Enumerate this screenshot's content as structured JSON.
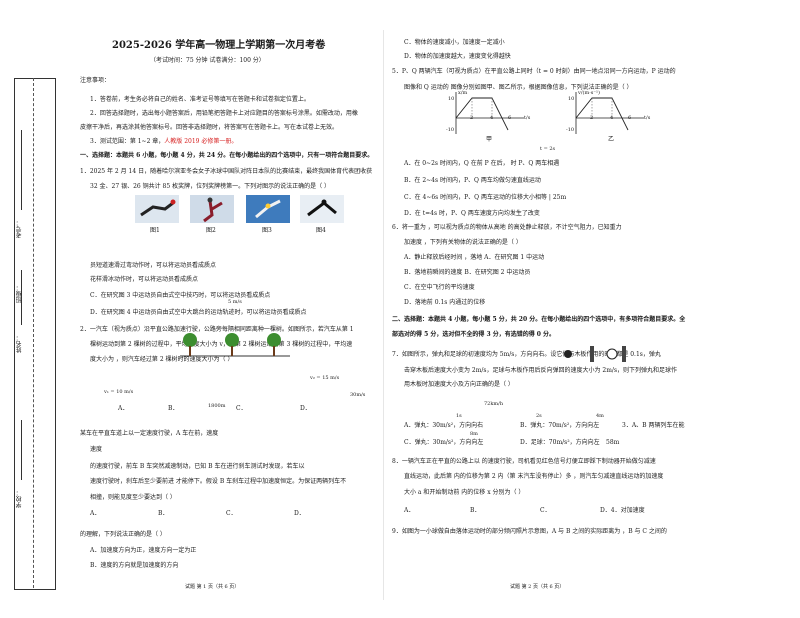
{
  "binding": {
    "labels": [
      "学校：",
      "姓名：",
      "班级：",
      "考号："
    ]
  },
  "header": {
    "title": "2025-2026 学年高一物理上学期第一次月考卷",
    "subtitle": "（考试时间：75 分钟    试卷满分：100 分）"
  },
  "notes": {
    "heading": "注意事项：",
    "items": [
      "1．答卷前，考生务必将自己的姓名、准考证号等填写在答题卡和试卷指定位置上。",
      "2．回答选择题时，选出每小题答案后，用铅笔把答题卡上对应题目的答案标号涂黑。如需改动，用橡",
      "皮擦干净后，再选涂其他答案标号。回答非选择题时，将答案写在答题卡上。写在本试卷上无效。",
      "3．测试范围：第 1~2 章，",
      "人教版 2019 必修第一册。"
    ]
  },
  "section1": {
    "heading": "一、选择题：本题共 6 小题，每小题 4 分，共 24 分。在每小题给出的四个选项中，只有一项符合题目要求。",
    "q1_lines": [
      "1．2025 年 2 月 14 日，随着哈尔滨亚冬会女子冰球中国队对阵日本队的比赛结束，最终我国体育代表团收获",
      "32 金、27 银、26 铜共计 85 枚奖牌，位列奖牌榜第一。下列对图示的说法正确的是（        ）"
    ],
    "figures": [
      "图1",
      "图2",
      "图3",
      "图4"
    ],
    "q1_options": [
      "员短道速滑过弯动作时，可以将运动员看成质点",
      "花样滑冰动作时，可以将运动员看成质点",
      "C．在研究图 3 中运动员自由式空中技巧时，可以将运动员看成质点",
      "D．在研究图 4 中运动员自由式空中大跳台的运动轨迹时，可以将运动员看成质点"
    ],
    "q2_lines": [
      "2．一汽车（视为质点）沿平直公路加速行驶，公路旁每隔相同距离种一棵树。如图所示，若汽车从第 1",
      "棵树运动到第 2 棵树的过程中，平均速度大小为 v，从第 2 棵树运动到第 3 棵树的过程中，平均速",
      "度大小为        ，则汽车经过第 2 棵树时的速度大小为（        ）"
    ],
    "q2_labels": [
      "v₁ = 10 m/s",
      "v₂ = 15 m/s",
      "5 m/s"
    ],
    "q2_options": [
      "A．",
      "B．",
      "C．",
      "D．"
    ],
    "q2_extra": [
      "1800m",
      "30m/s"
    ],
    "q3_lines": [
      "某车在平直车道上以一定速度行驶，A 车在前，速度",
      "速度",
      "的速度行驶，前车 B 车突然减速制动，已知 B 车在进行刹车测试时发现，若车以",
      "速度行驶时，刹车后至少要前进        才能停下。假设 B 车刹车过程中加速度恒定。为保证两辆列车不",
      "相撞，则能见度至少要达到（        ）"
    ],
    "q3_options": [
      "A．",
      "B．",
      "C．",
      "D．"
    ],
    "q4_lines": [
      "的理解，下列说法正确的是（        ）",
      "A．加速度方向为正，速度方向一定为正",
      "B．速度的方向就是加速度的方向"
    ],
    "footer": "试题  第 1 页（共 6 页）"
  },
  "right": {
    "q4_tail": [
      "C．物体的速度减小，加速度一定减小",
      "D．物体的加速度越大，速度变化得越快"
    ],
    "q5_lines": [
      "5．P、Q 两辆汽车（可视为质点）在平直公路上同时（t = 0      时刻）由同一地点沿同一方向运动，P 运动的",
      "图像和 Q 运动的                      图像分别如图甲、图乙所示，根据图像信息，下列说法正确的是（        ）"
    ],
    "graph_labels": {
      "jia": "甲",
      "yi": "乙",
      "y_top": "10",
      "y_bot": "-10",
      "t_ticks": [
        "2",
        "4",
        "6"
      ],
      "x_axis": "t/s",
      "x_unit": "x/m",
      "v_unit": "v/(m·s⁻¹)"
    },
    "q5_note": "t = 2s",
    "q5_options": [
      "A．在 0~2s 时间内，Q 在前 P 在后，          时 P、Q 两车相遇",
      "B．在 2~4s 时间内，P、Q 两车均做匀速直线运动",
      "C．在 4~6s 时间内，P、Q 两车运动的位移大小相等 | 25m",
      "D．在 t=4s 时，P、Q 两车速度方向均发生了改变"
    ],
    "q6_lines": [
      "6．将一重为         ，可以视为质点的物体从高地        的高处静止释放，不计空气阻力，已知重力",
      "加速度        ，下列有关物体的说法正确的是（        ）"
    ],
    "q6_options": [
      "A．静止释放后经时间        ，落地                   A．在研究图 1 中运动",
      "B．落地前瞬间的速度 B．在研究图 2 中运动员",
      "C．在空中飞行的平均速度",
      "D．落地前 0.1s 内通过的位移"
    ],
    "section2": [
      "二、选择题：本题共 4 小题，每小题 5 分，共 20 分。在每小题给出的四个选项中，有多项符合题目要求。全",
      "部选对的得 5 分，选对但不全的得 3 分，有选错的得 0 分。"
    ],
    "q7_lines": [
      "7．如图所示，弹丸和足球的初速度均为        5m/s，方向向右。设它们与木板作用的时间都是 0.1s，弹丸",
      "击穿木板后速度大小变为 2m/s，足球与木板作用后反向弹回的速度大小为 2m/s，则下列弹丸和足球作",
      "用木板时加速度大小及方向正确的是（        ）"
    ],
    "q7_mid": "72km/h",
    "q7_options": [
      "A．弹丸：30m/s²，方向向右",
      "B．弹丸：70m/s²，方向向左",
      "C．弹丸：30m/s²，方向向左",
      "D．足球：70m/s²，方向向左",
      "3．A、B 两辆列车在能",
      "58m"
    ],
    "q7_small": [
      "1s",
      "2s",
      "4m",
      "8m"
    ],
    "q8_lines": [
      "8．一辆汽车正在平直的公路上以        的速度行驶，司机看见红色信号灯便立即踩下制动器开始做匀减速",
      "直线运动，此后第        内的位移为第 2 内（第      末汽车没有停止）多      ，则汽车匀减速直线运动的加速度",
      "大小 a 和开始制动前        内的位移 x 分别为（        ）"
    ],
    "q8_options": [
      "A．",
      "B．",
      "C．",
      "D．4．对加速度"
    ],
    "q9_line": "9．如图为一小球做自由落体运动时的部分频闪照片示意图，A 与 B 之间的实际距离为        ，B 与 C 之间的",
    "footer": "试题  第 2 页（共 6 页）"
  }
}
